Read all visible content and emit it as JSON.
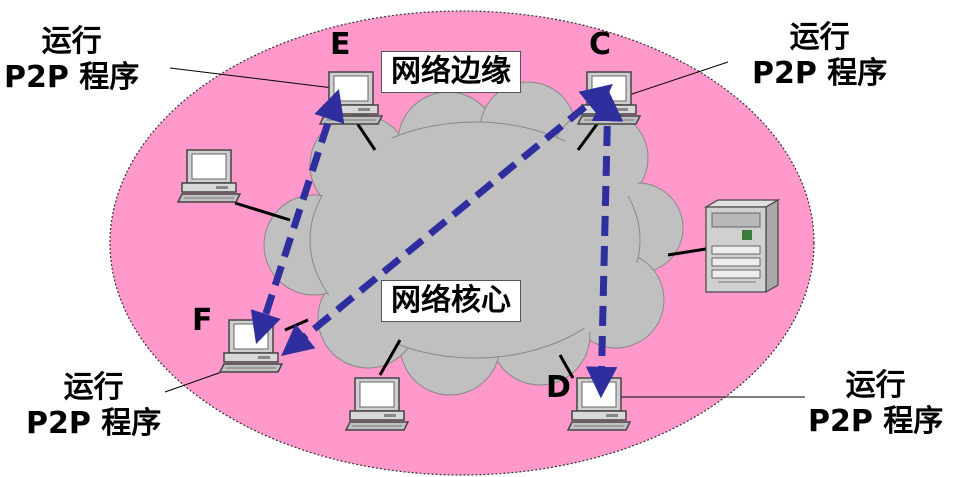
{
  "labels": {
    "edge": "网络边缘",
    "core": "网络核心"
  },
  "nodes": {
    "E": "E",
    "C": "C",
    "F": "F",
    "D": "D"
  },
  "run_labels": {
    "E": {
      "line1": "运行",
      "line2": "P2P 程序"
    },
    "C": {
      "line1": "运行",
      "line2": "P2P 程序"
    },
    "F": {
      "line1": "运行",
      "line2": "P2P 程序"
    },
    "D": {
      "line1": "运行",
      "line2": "P2P 程序"
    }
  },
  "colors": {
    "edge_fill": "#ff99cc",
    "cloud_fill": "#c0c0c0",
    "arrow": "#2e2e9e"
  }
}
